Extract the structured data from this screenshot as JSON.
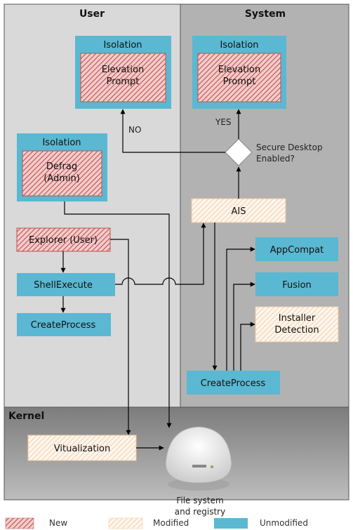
{
  "regions": {
    "user": "User",
    "system": "System",
    "kernel": "Kernel"
  },
  "boxes": {
    "isolation_user_header": "Isolation",
    "elevation_user_line1": "Elevation",
    "elevation_user_line2": "Prompt",
    "isolation_system_header": "Isolation",
    "elevation_system_line1": "Elevation",
    "elevation_system_line2": "Prompt",
    "isolation_defrag_header": "Isolation",
    "defrag_line1": "Defrag",
    "defrag_line2": "(Admin)",
    "explorer": "Explorer (User)",
    "shellexecute": "ShellExecute",
    "createprocess_user": "CreateProcess",
    "ais": "AIS",
    "appcompat": "AppCompat",
    "fusion": "Fusion",
    "installer_line1": "Installer",
    "installer_line2": "Detection",
    "createprocess_system": "CreateProcess",
    "virtualization": "Vitualization"
  },
  "decision": {
    "line1": "Secure Desktop",
    "line2": "Enabled?",
    "no_label": "NO",
    "yes_label": "YES"
  },
  "filesystem": {
    "line1": "File system",
    "line2": "and registry"
  },
  "legend": {
    "new": "New",
    "modified": "Modified",
    "unmodified": "Unmodified"
  },
  "colors": {
    "user_bg": "#d9d9d9",
    "system_bg": "#b2b2b2",
    "kernel_bg": "#8c8c8c",
    "unmodified": "#5ab8d2",
    "new_fill": "#f0c6c6",
    "new_hatch": "#c0504d",
    "modified_fill": "#fdf2e6",
    "modified_hatch": "#f2c79d"
  }
}
